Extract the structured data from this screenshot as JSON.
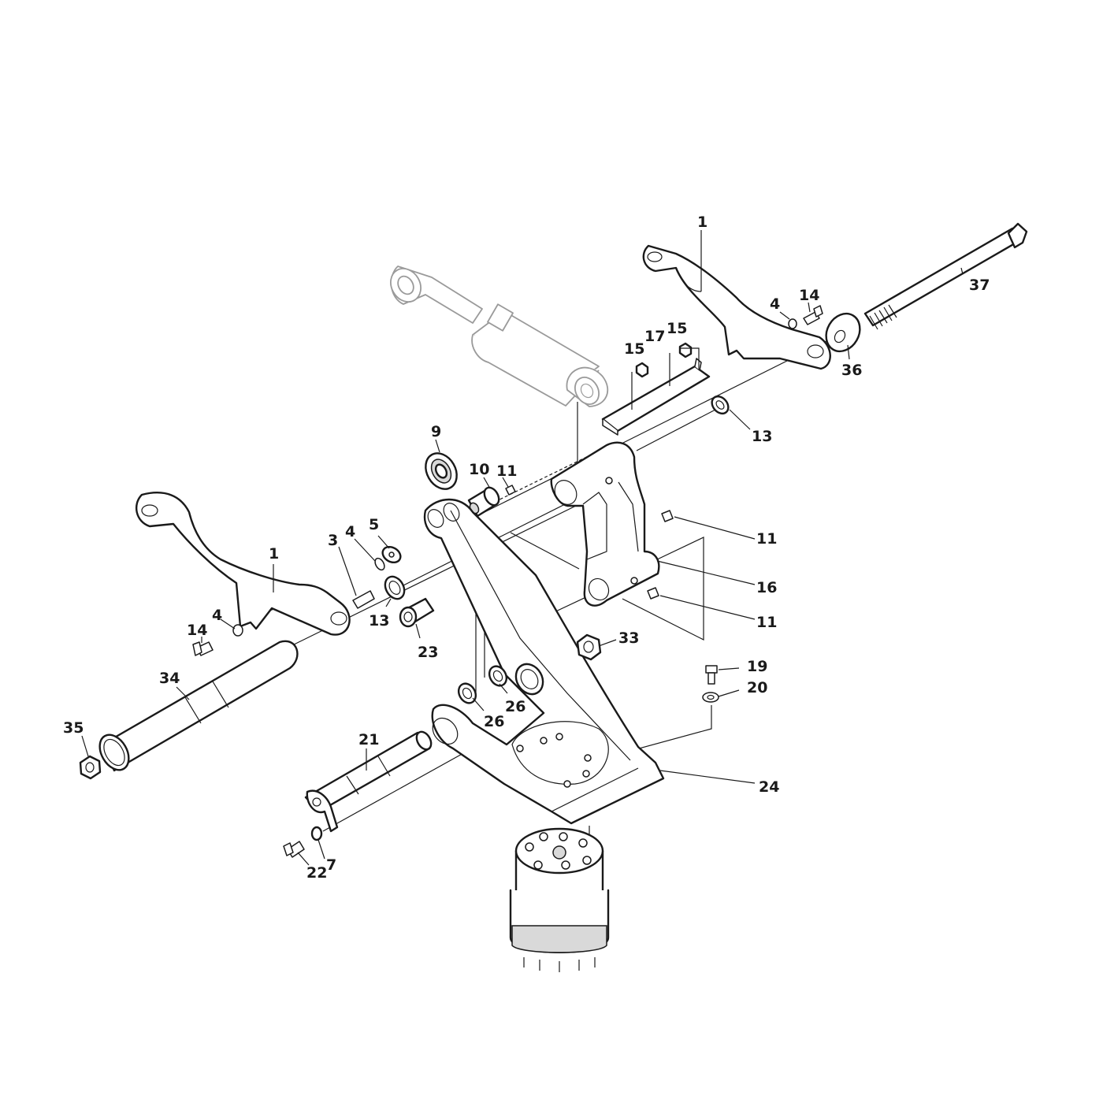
{
  "callouts": {
    "c1_top": "1",
    "c37": "37",
    "c4_top": "4",
    "c14_top": "14",
    "c36": "36",
    "c15_a": "15",
    "c17": "17",
    "c15_b": "15",
    "c13_top": "13",
    "c9": "9",
    "c10": "10",
    "c11_a": "11",
    "c11_b": "11",
    "c16": "16",
    "c11_c": "11",
    "c1_left": "1",
    "c3": "3",
    "c4_mid": "4",
    "c5": "5",
    "c13_mid": "13",
    "c23": "23",
    "c33": "33",
    "c4_left": "4",
    "c14_left": "14",
    "c34": "34",
    "c35": "35",
    "c19": "19",
    "c20": "20",
    "c26_a": "26",
    "c26_b": "26",
    "c21": "21",
    "c24": "24",
    "c22": "22",
    "c7": "7"
  }
}
